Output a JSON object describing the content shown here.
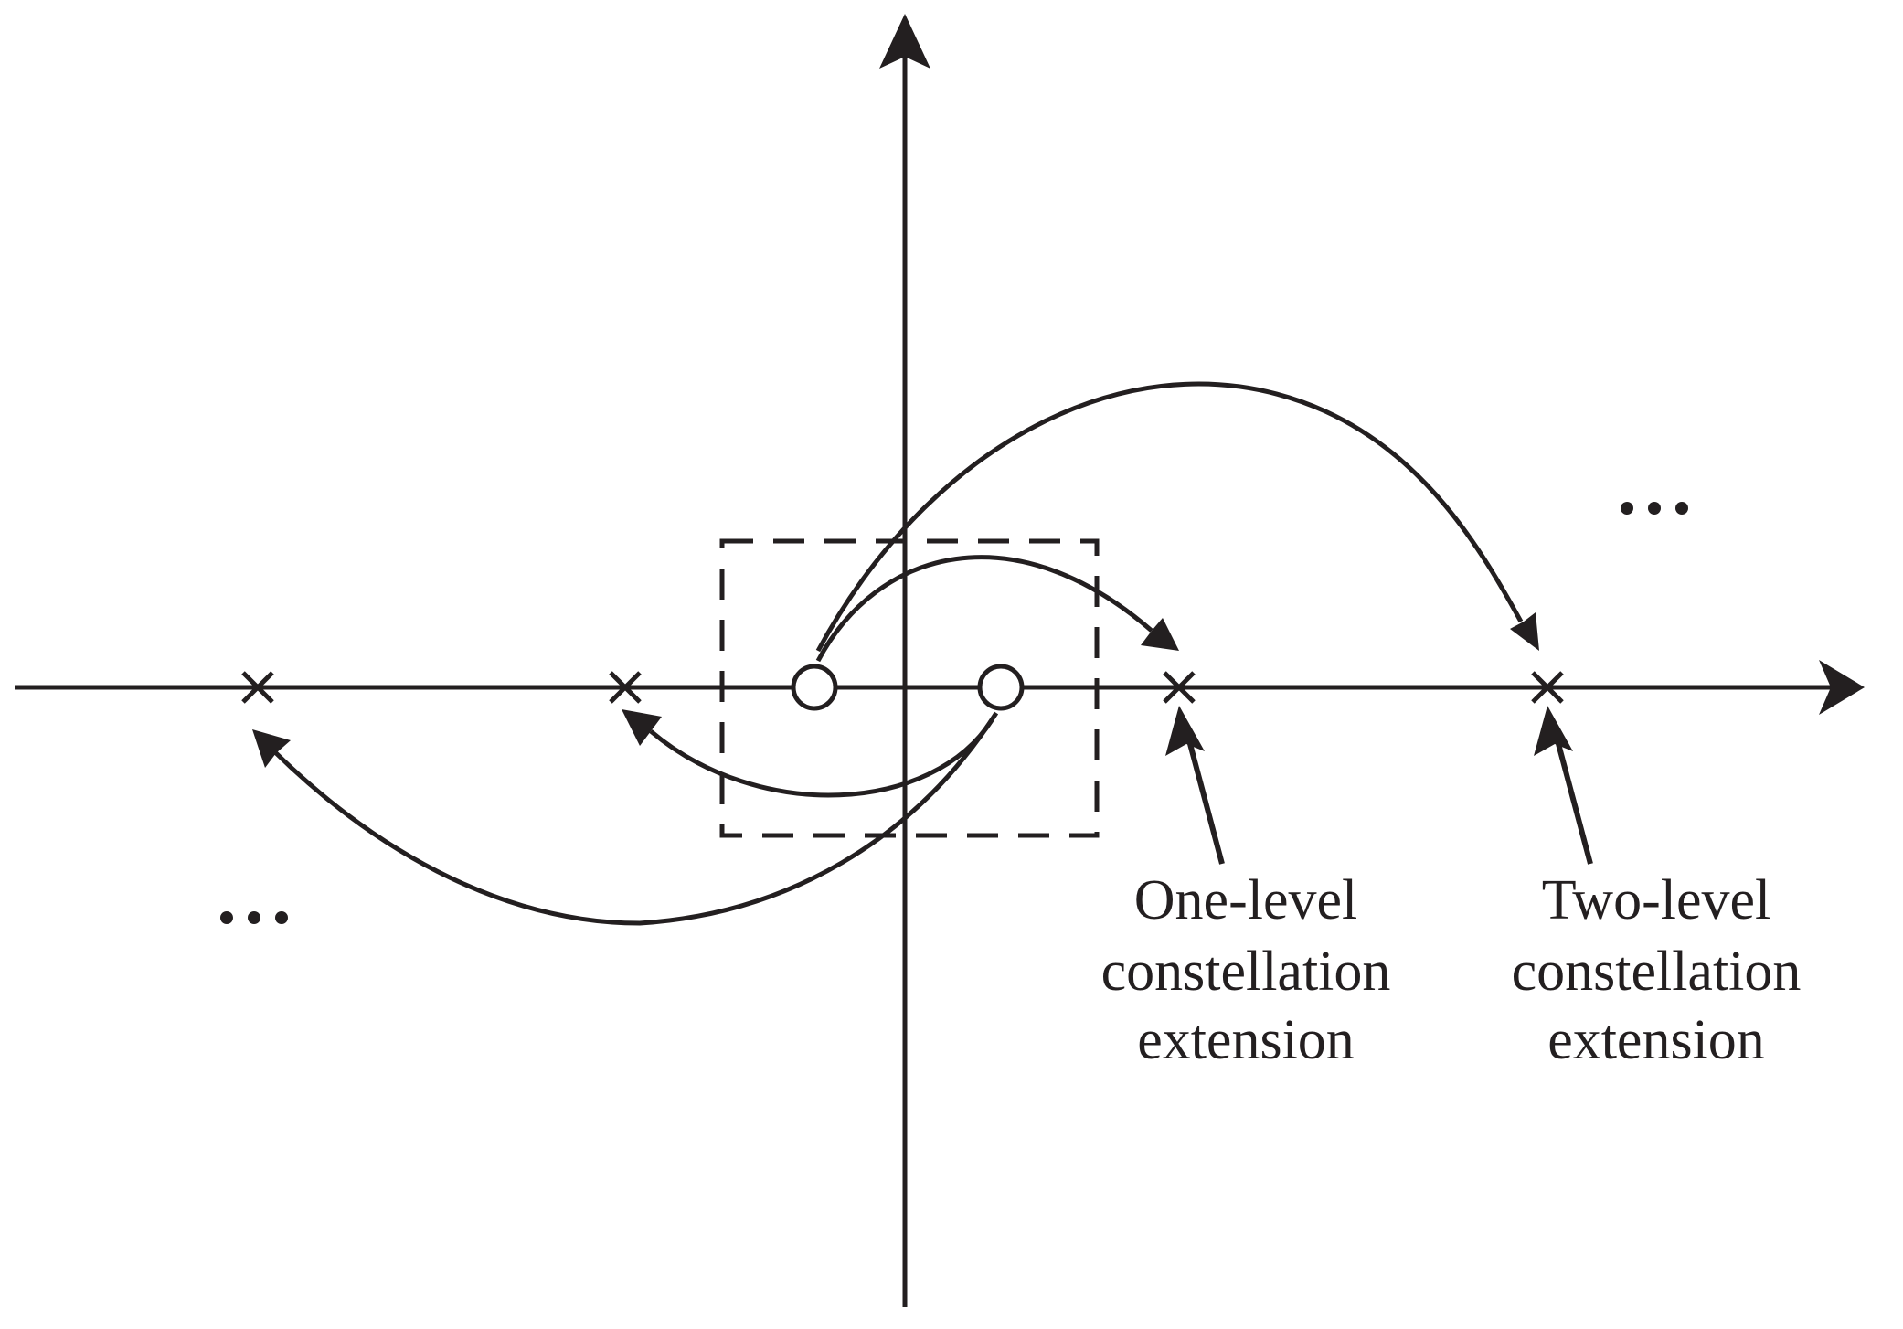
{
  "annotations": {
    "one_level": {
      "line1": "One-level",
      "line2": "constellation",
      "line3": "extension"
    },
    "two_level": {
      "line1": "Two-level",
      "line2": "constellation",
      "line3": "extension"
    }
  },
  "colors": {
    "ink": "#231f20",
    "background": "#ffffff"
  }
}
